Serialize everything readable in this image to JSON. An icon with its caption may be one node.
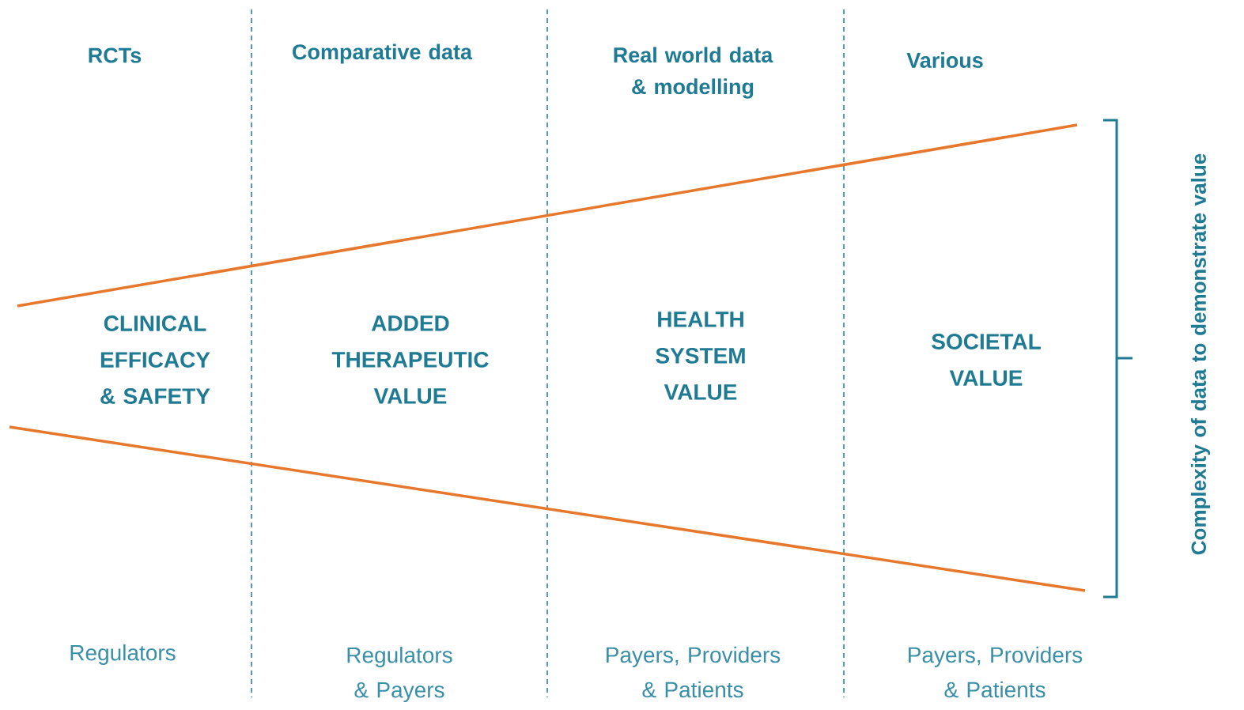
{
  "diagram": {
    "labels": [
      "RCTs",
      "Comparative data",
      "Real world data & modelling",
      "Various",
      "CLINICAL EFFICACY & SAFETY",
      "ADDED THERAPEUTIC VALUE",
      "HEALTH SYSTEM VALUE",
      "SOCIETAL VALUE",
      "Complexity of data to demonstrate value",
      "Regulators",
      "Regulators & Payers",
      "Payers, Providers & Patients",
      "Payers, Providers & Patients"
    ]
  }
}
